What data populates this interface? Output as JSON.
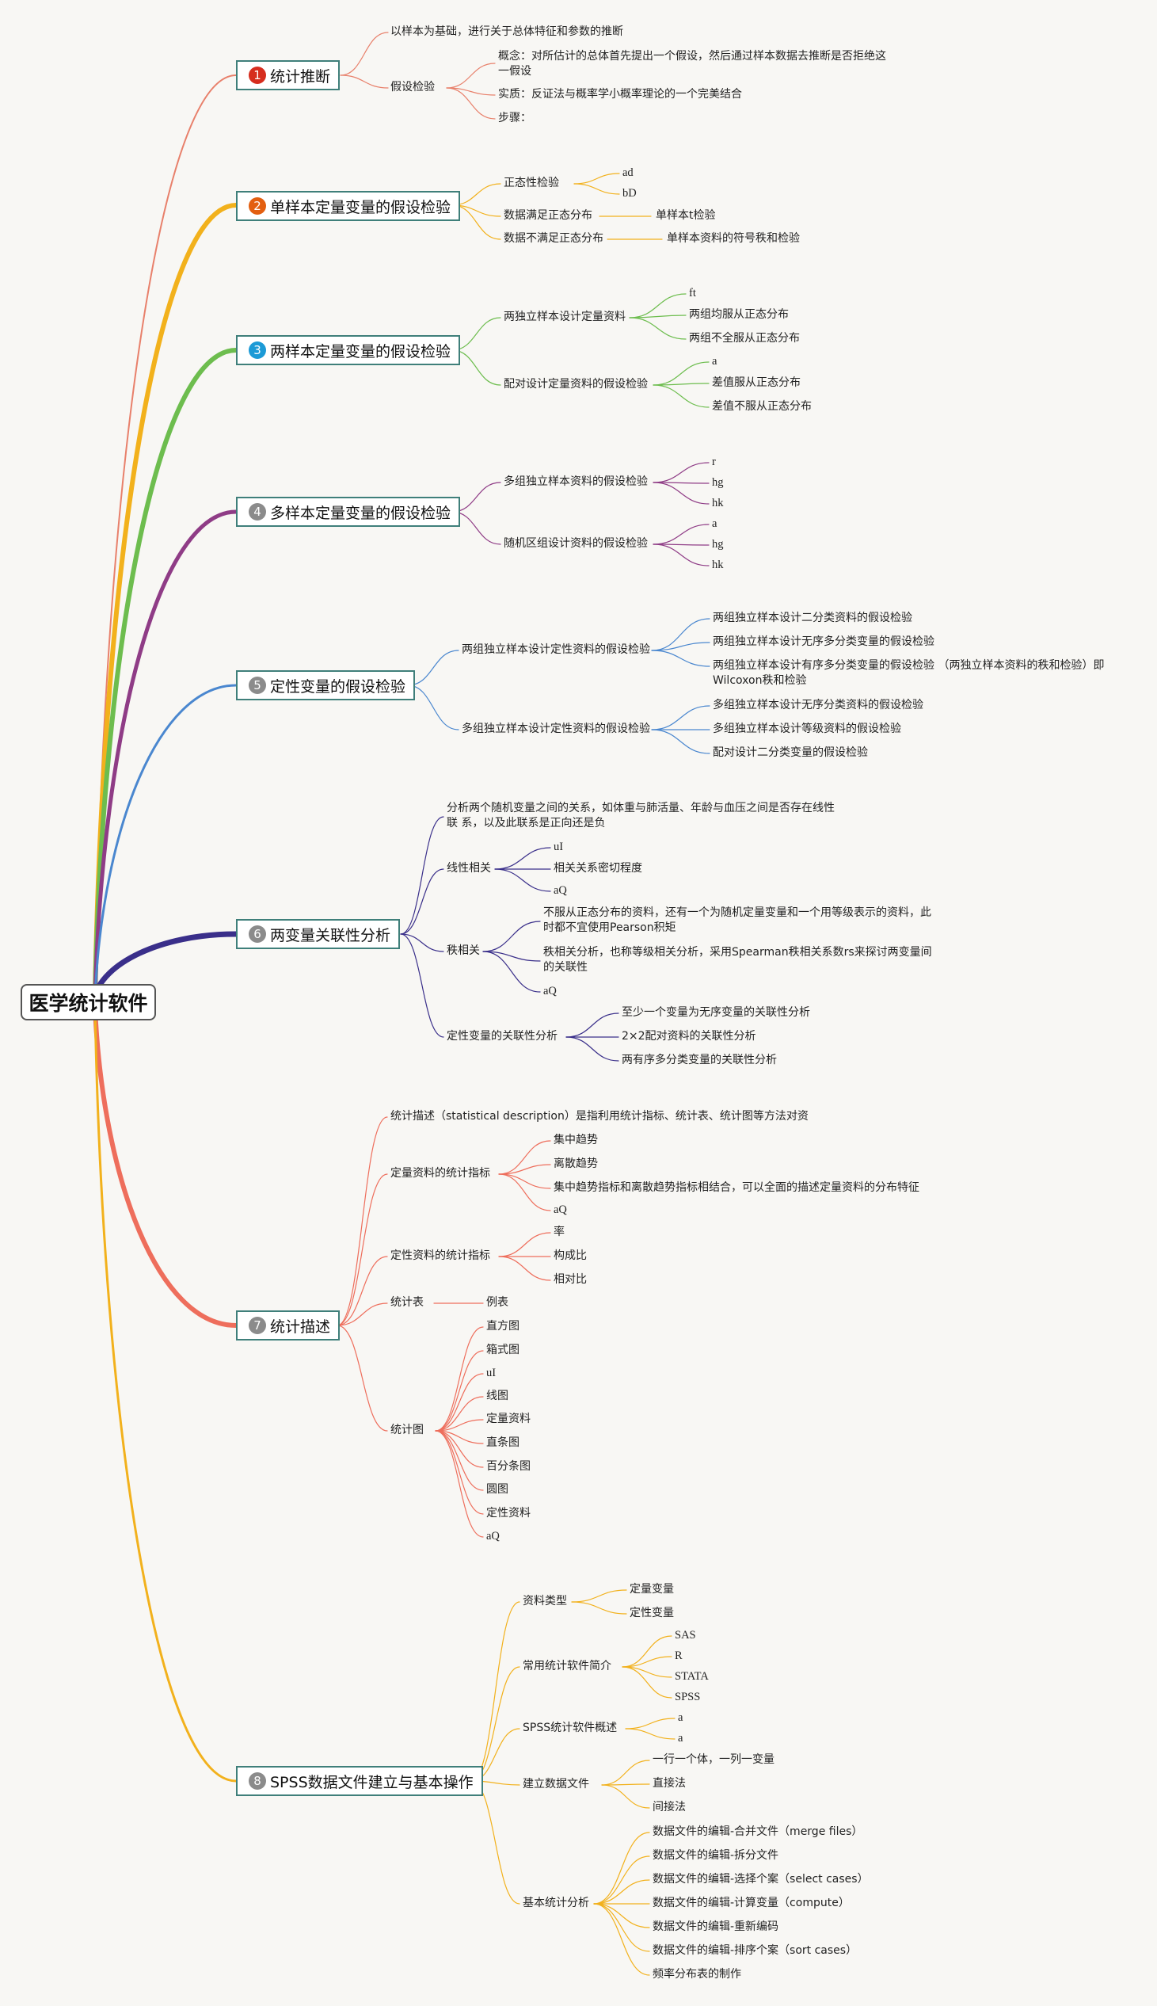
{
  "root": "医学统计软件",
  "colors": {
    "b1": "#e8806b",
    "b2": "#f2b11c",
    "b3": "#6dbd4e",
    "b4": "#8f3c86",
    "b5": "#4a87cf",
    "b6": "#3a2f8a",
    "b7": "#ee6e5c",
    "b8": "#f2b11c",
    "badge1": "#d62d1e",
    "badge2": "#e35f10",
    "badge3": "#1c9ad6",
    "badge_other": "#8b8b8b"
  },
  "topics": {
    "t1": {
      "num": "1",
      "label": "统计推断"
    },
    "t2": {
      "num": "2",
      "label": "单样本定量变量的假设检验"
    },
    "t3": {
      "num": "3",
      "label": "两样本定量变量的假设检验"
    },
    "t4": {
      "num": "4",
      "label": "多样本定量变量的假设检验"
    },
    "t5": {
      "num": "5",
      "label": "定性变量的假设检验"
    },
    "t6": {
      "num": "6",
      "label": "两变量关联性分析"
    },
    "t7": {
      "num": "7",
      "label": "统计描述"
    },
    "t8": {
      "num": "8",
      "label": "SPSS数据文件建立与基本操作"
    }
  },
  "b1": {
    "c1": "以样本为基础，进行关于总体特征和参数的推断",
    "c2": "假设检验",
    "c2_1": "概念：对所估计的总体首先提出一个假设，然后通过样本数据去推断是否拒绝这一假设",
    "c2_2": "实质：反证法与概率学小概率理论的一个完美结合",
    "c2_3": "步骤："
  },
  "b2": {
    "c1": "正态性检验",
    "c1_1": "ad",
    "c1_2": "bD",
    "c2": "数据满足正态分布",
    "c2_1": "单样本t检验",
    "c3": "数据不满足正态分布",
    "c3_1": "单样本资料的符号秩和检验"
  },
  "b3": {
    "c1": "两独立样本设计定量资料",
    "c1_1": "ft",
    "c1_2": "两组均服从正态分布",
    "c1_3": "两组不全服从正态分布",
    "c2": "配对设计定量资料的假设检验",
    "c2_1": "a",
    "c2_2": "差值服从正态分布",
    "c2_3": "差值不服从正态分布"
  },
  "b4": {
    "c1": "多组独立样本资料的假设检验",
    "c1_1": "r",
    "c1_2": "hg",
    "c1_3": "hk",
    "c2": "随机区组设计资料的假设检验",
    "c2_1": "a",
    "c2_2": "hg",
    "c2_3": "hk"
  },
  "b5": {
    "c1": "两组独立样本设计定性资料的假设检验",
    "c1_1": "两组独立样本设计二分类资料的假设检验",
    "c1_2": "两组独立样本设计无序多分类变量的假设检验",
    "c1_3": "两组独立样本设计有序多分类变量的假设检验 （两独立样本资料的秩和检验）即Wilcoxon秩和检验",
    "c2": "多组独立样本设计定性资料的假设检验",
    "c2_1": "多组独立样本设计无序分类资料的假设检验",
    "c2_2": "多组独立样本设计等级资料的假设检验",
    "c2_3": "配对设计二分类变量的假设检验"
  },
  "b6": {
    "c1": "分析两个随机变量之间的关系，如体重与肺活量、年龄与血压之间是否存在线性联 系，以及此联系是正向还是负",
    "c2": "线性相关",
    "c2_1": "uI",
    "c2_2": "相关关系密切程度",
    "c2_3": "aQ",
    "c3": "秩相关",
    "c3_1": "不服从正态分布的资料，还有一个为随机定量变量和一个用等级表示的资料，此时都不宜使用Pearson积矩",
    "c3_2": "秩相关分析，也称等级相关分析，采用Spearman秩相关系数rs来探讨两变量间的关联性",
    "c3_3": "aQ",
    "c4": "定性变量的关联性分析",
    "c4_1": "至少一个变量为无序变量的关联性分析",
    "c4_2": "2×2配对资料的关联性分析",
    "c4_3": "两有序多分类变量的关联性分析"
  },
  "b7": {
    "c1": "统计描述（statistical description）是指利用统计指标、统计表、统计图等方法对资",
    "c2": "定量资料的统计指标",
    "c2_1": "集中趋势",
    "c2_2": "离散趋势",
    "c2_3": "集中趋势指标和离散趋势指标相结合，可以全面的描述定量资料的分布特征",
    "c2_4": "aQ",
    "c3": "定性资料的统计指标",
    "c3_1": "率",
    "c3_2": "构成比",
    "c3_3": "相对比",
    "c4": "统计表",
    "c4_1": "例表",
    "c5": "统计图",
    "c5_items": [
      "直方图",
      "箱式图",
      "uI",
      "线图",
      "定量资料",
      "直条图",
      "百分条图",
      "圆图",
      "定性资料",
      "aQ"
    ]
  },
  "b8": {
    "c1": "资料类型",
    "c1_1": "定量变量",
    "c1_2": "定性变量",
    "c2": "常用统计软件简介",
    "c2_items": [
      "SAS",
      "R",
      "STATA",
      "SPSS"
    ],
    "c3": "SPSS统计软件概述",
    "c3_1": "a",
    "c3_2": "a",
    "c4": "建立数据文件",
    "c4_1": "一行一个体，一列一变量",
    "c4_2": "直接法",
    "c4_3": "间接法",
    "c5": "基本统计分析",
    "c5_items": [
      "数据文件的编辑-合并文件（merge files）",
      "数据文件的编辑-拆分文件",
      "数据文件的编辑-选择个案（select cases）",
      "数据文件的编辑-计算变量（compute）",
      "数据文件的编辑-重新编码",
      "数据文件的编辑-排序个案（sort cases）",
      "频率分布表的制作"
    ]
  }
}
